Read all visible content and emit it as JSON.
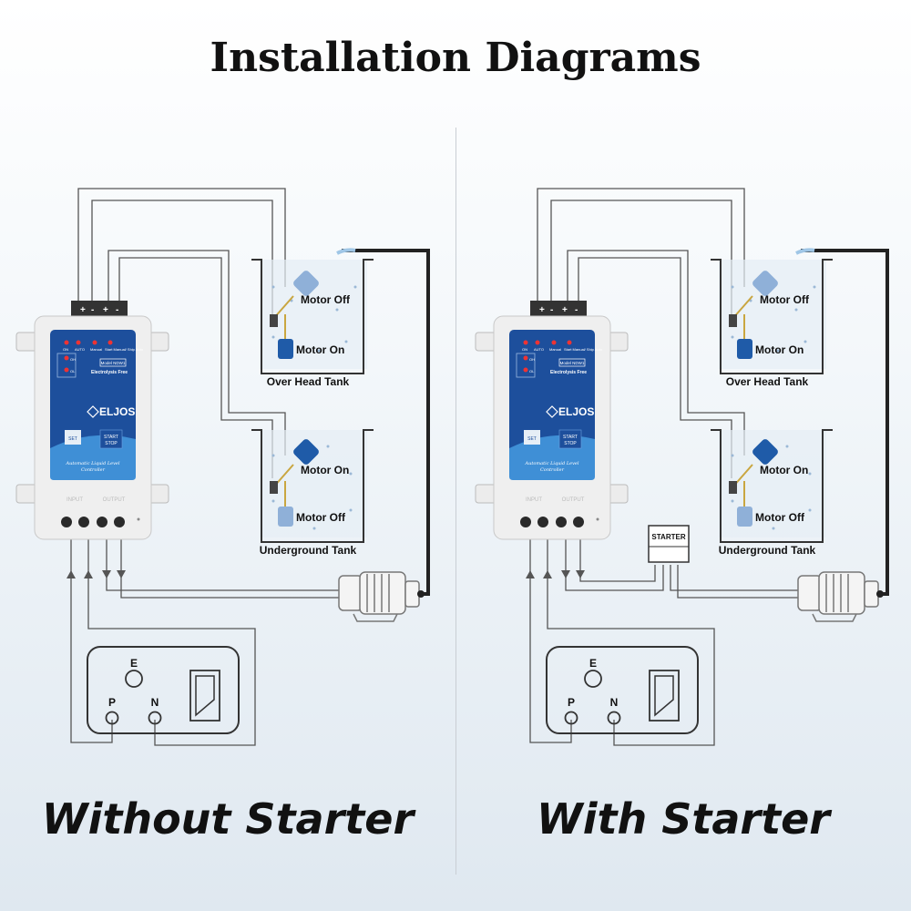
{
  "title": "Installation Diagrams",
  "panels": [
    {
      "caption": "Without Starter",
      "overhead_tank": {
        "label": "Over Head Tank",
        "float_top": "Motor Off",
        "float_bottom": "Motor On"
      },
      "underground_tank": {
        "label": "Underground Tank",
        "float_top": "Motor On",
        "float_bottom": "Motor Off"
      },
      "controller": {
        "brand": "ELJOS",
        "model": "Model NDW1",
        "feature": "Electrolysis Free",
        "led_on": "ON",
        "led_auto": "AUTO",
        "led_manual": "Manual",
        "led_start": "Start Manual/ Ship Auto",
        "led_oh": "OH",
        "led_ol": "OL",
        "set_btn": "SET",
        "start_btn_1": "START",
        "start_btn_2": "STOP",
        "product_1": "Automatic Liquid Level",
        "product_2": "Controller",
        "input_label": "INPUT",
        "output_label": "OUTPUT"
      },
      "socket": {
        "earth": "E",
        "phase": "P",
        "neutral": "N"
      }
    },
    {
      "caption": "With Starter",
      "overhead_tank": {
        "label": "Over Head Tank",
        "float_top": "Motor Off",
        "float_bottom": "Motor On"
      },
      "underground_tank": {
        "label": "Underground Tank",
        "float_top": "Motor On",
        "float_bottom": "Motor Off"
      },
      "controller": {
        "brand": "ELJOS",
        "model": "Model NDW1",
        "feature": "Electrolysis Free",
        "led_on": "ON",
        "led_auto": "AUTO",
        "led_manual": "Manual",
        "led_start": "Start Manual/ Ship Auto",
        "led_oh": "OH",
        "led_ol": "OL",
        "set_btn": "SET",
        "start_btn_1": "START",
        "start_btn_2": "STOP",
        "product_1": "Automatic Liquid Level",
        "product_2": "Controller",
        "input_label": "INPUT",
        "output_label": "OUTPUT"
      },
      "starter": "STARTER",
      "socket": {
        "earth": "E",
        "phase": "P",
        "neutral": "N"
      }
    }
  ],
  "colors": {
    "controller_blue": "#1d4f9c",
    "float_blue": "#1f5ba8",
    "wire": "#555555"
  }
}
